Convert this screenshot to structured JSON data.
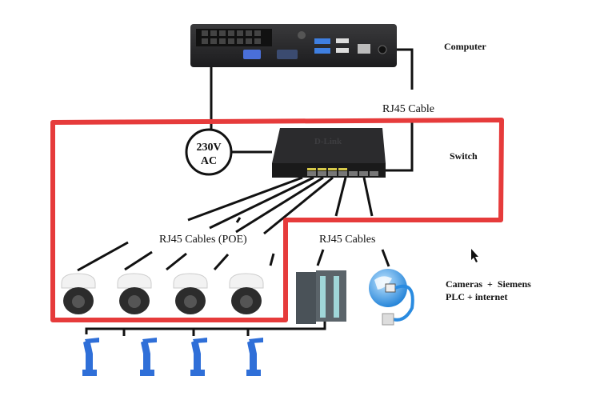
{
  "labels": {
    "computer": "Computer",
    "switch": "Switch",
    "rj45_cable": "RJ45 Cable",
    "rj45_cables_poe": "RJ45 Cables (POE)",
    "rj45_cables": "RJ45 Cables",
    "power": [
      "230V",
      "AC"
    ],
    "summary": [
      "Cameras  +  Siemens",
      "PLC + internet"
    ]
  },
  "colors": {
    "highlight_outline": "#e63b3b",
    "cable": "#111111",
    "device_dark": "#2b2b2d",
    "robot": "#2f6fd8",
    "globe": "#2a8be0"
  },
  "icons": [
    "mini-pc",
    "network-switch",
    "dome-camera",
    "siemens-plc",
    "globe-network",
    "industrial-robot",
    "cursor"
  ]
}
